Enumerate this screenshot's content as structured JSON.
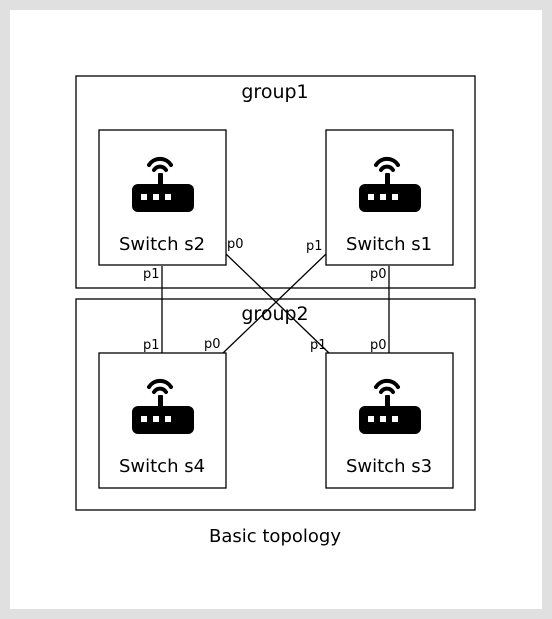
{
  "caption": "Basic topology",
  "groups": [
    {
      "label": "group1"
    },
    {
      "label": "group2"
    }
  ],
  "switches": [
    {
      "id": "s2",
      "label": "Switch s2",
      "icon": "router-icon"
    },
    {
      "id": "s1",
      "label": "Switch s1",
      "icon": "router-icon"
    },
    {
      "id": "s4",
      "label": "Switch s4",
      "icon": "router-icon"
    },
    {
      "id": "s3",
      "label": "Switch s3",
      "icon": "router-icon"
    }
  ],
  "links": [
    {
      "from": "s2",
      "from_port": "p1",
      "to": "s4",
      "to_port": "p1"
    },
    {
      "from": "s2",
      "from_port": "p0",
      "to": "s3",
      "to_port": "p1"
    },
    {
      "from": "s1",
      "from_port": "p1",
      "to": "s4",
      "to_port": "p0"
    },
    {
      "from": "s1",
      "from_port": "p0",
      "to": "s3",
      "to_port": "p0"
    }
  ],
  "colors": {
    "background": "#e0e0e0",
    "canvas": "#ffffff",
    "stroke": "#000000"
  }
}
